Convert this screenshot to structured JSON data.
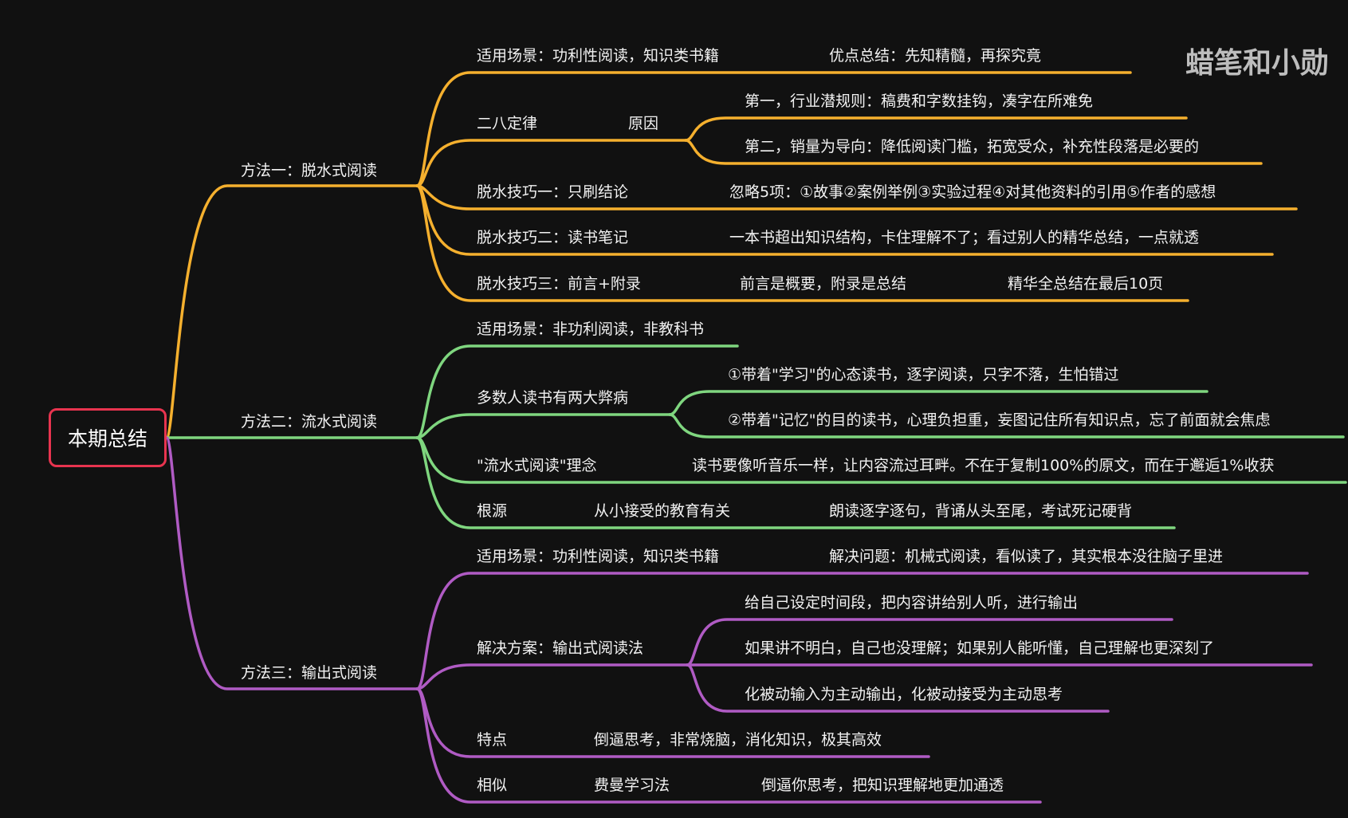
{
  "watermark": "蜡笔和小勋",
  "root": "本期总结",
  "colors": {
    "m1": "#f5b02e",
    "m2": "#7fd67f",
    "m3": "#b05bc4",
    "root": "#e8344f"
  },
  "m1": {
    "label": "方法一：脱水式阅读",
    "scene": "适用场景：功利性阅读，知识类书籍",
    "scene_note": "优点总结：先知精髓，再探究竟",
    "rule": "二八定律",
    "reason": "原因",
    "reason1": "第一，行业潜规则：稿费和字数挂钩，凑字在所难免",
    "reason2": "第二，销量为导向：降低阅读门槛，拓宽受众，补充性段落是必要的",
    "tip1": "脱水技巧一：只刷结论",
    "tip1_note": "忽略5项：①故事②案例举例③实验过程④对其他资料的引用⑤作者的感想",
    "tip2": "脱水技巧二：读书笔记",
    "tip2_note": "一本书超出知识结构，卡住理解不了；看过别人的精华总结，一点就透",
    "tip3": "脱水技巧三：前言+附录",
    "tip3_note": "前言是概要，附录是总结",
    "tip3_note2": "精华全总结在最后10页"
  },
  "m2": {
    "label": "方法二：流水式阅读",
    "scene": "适用场景：非功利阅读，非教科书",
    "ill": "多数人读书有两大弊病",
    "ill1": "①带着\"学习\"的心态读书，逐字阅读，只字不落，生怕错过",
    "ill2": "②带着\"记忆\"的目的读书，心理负担重，妄图记住所有知识点，忘了前面就会焦虑",
    "idea": "\"流水式阅读\"理念",
    "idea_note": "读书要像听音乐一样，让内容流过耳畔。不在于复制100%的原文，而在于邂逅1%收获",
    "root_cause": "根源",
    "root_cause_note": "从小接受的教育有关",
    "root_cause_note2": "朗读逐字逐句，背诵从头至尾，考试死记硬背"
  },
  "m3": {
    "label": "方法三：输出式阅读",
    "scene": "适用场景：功利性阅读，知识类书籍",
    "scene_note": "解决问题：机械式阅读，看似读了，其实根本没往脑子里进",
    "solution": "解决方案：输出式阅读法",
    "sol1": "给自己设定时间段，把内容讲给别人听，进行输出",
    "sol2": "如果讲不明白，自己也没理解；如果别人能听懂，自己理解也更深刻了",
    "sol3": "化被动输入为主动输出，化被动接受为主动思考",
    "feature": "特点",
    "feature_note": "倒逼思考，非常烧脑，消化知识，极其高效",
    "similar": "相似",
    "similar_note": "费曼学习法",
    "similar_note2": "倒逼你思考，把知识理解地更加通透"
  }
}
